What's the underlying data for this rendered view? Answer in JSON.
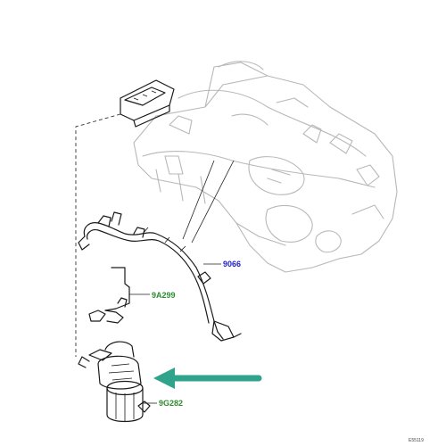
{
  "callouts": {
    "harness": "9066",
    "sensor": "9A299",
    "pump": "9G282"
  },
  "ref_id": "E55119",
  "colors": {
    "label_blue": "#2222cc",
    "label_green": "#2e8b2e",
    "arrow": "#2fa38c"
  },
  "icons": {
    "arrow": "left-pointing-arrow-icon"
  }
}
